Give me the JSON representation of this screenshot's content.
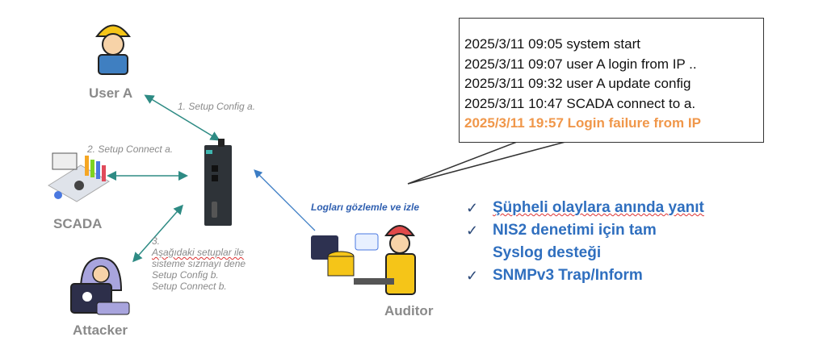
{
  "actors": {
    "user_a": "User A",
    "scada": "SCADA",
    "attacker": "Attacker",
    "auditor": "Auditor"
  },
  "steps": {
    "s1": "1. Setup Config a.",
    "s2": "2. Setup Connect a.",
    "s3_num": "3.",
    "s3_line1": "Aşağıdaki setuplar ile",
    "s3_line2": "sisteme sızmayı dene",
    "s3_line3": "Setup Config b.",
    "s3_line4": "Setup Connect b."
  },
  "auditor_caption": "Logları gözlemle ve izle",
  "logs": [
    "2025/3/11 09:05 system start",
    "2025/3/11 09:07 user A login from IP ..",
    "2025/3/11 09:32 user A update config",
    "2025/3/11 10:47 SCADA connect to a.",
    "2025/3/11 19:57 Login failure from IP"
  ],
  "benefits": [
    "Şüpheli olaylara anında yanıt",
    "NIS2 denetimi için tam Syslog desteği",
    "SNMPv3 Trap/Inform"
  ],
  "colors": {
    "arrow_teal": "#2e8b84",
    "arrow_blue": "#3b7cc4",
    "highlight": "#f0974a",
    "bullet": "#2f6fbf"
  }
}
